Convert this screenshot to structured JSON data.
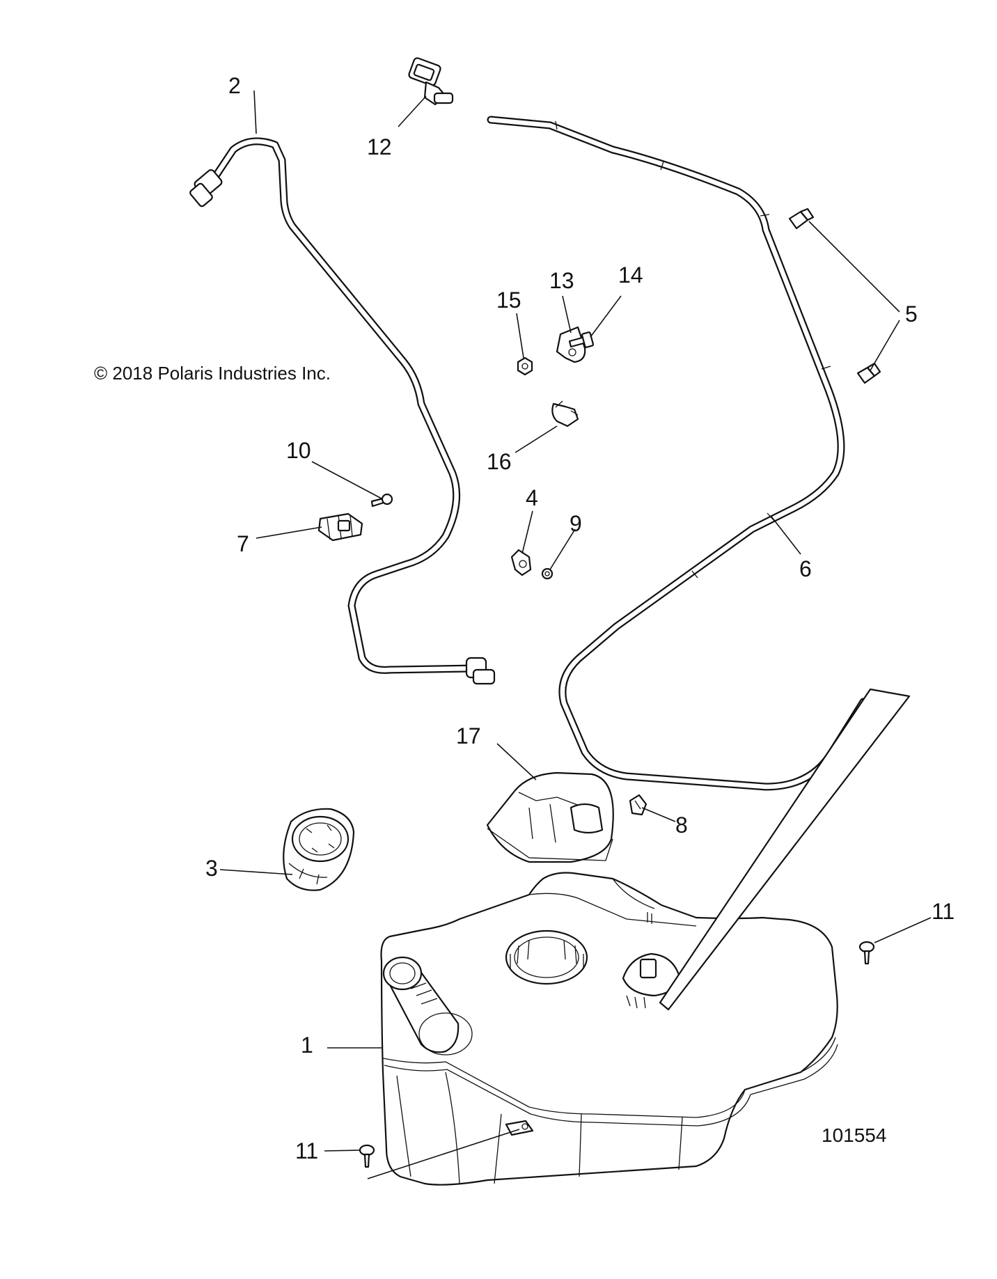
{
  "diagram": {
    "copyright": "© 2018 Polaris Industries Inc.",
    "document_number": "101554",
    "callouts": [
      {
        "id": "1",
        "label": "1"
      },
      {
        "id": "2",
        "label": "2"
      },
      {
        "id": "3",
        "label": "3"
      },
      {
        "id": "4",
        "label": "4"
      },
      {
        "id": "5",
        "label": "5"
      },
      {
        "id": "6",
        "label": "6"
      },
      {
        "id": "7",
        "label": "7"
      },
      {
        "id": "8",
        "label": "8"
      },
      {
        "id": "9",
        "label": "9"
      },
      {
        "id": "10",
        "label": "10"
      },
      {
        "id": "11a",
        "label": "11"
      },
      {
        "id": "11b",
        "label": "11"
      },
      {
        "id": "12",
        "label": "12"
      },
      {
        "id": "13",
        "label": "13"
      },
      {
        "id": "14",
        "label": "14"
      },
      {
        "id": "15",
        "label": "15"
      },
      {
        "id": "16",
        "label": "16"
      },
      {
        "id": "17",
        "label": "17"
      }
    ]
  }
}
